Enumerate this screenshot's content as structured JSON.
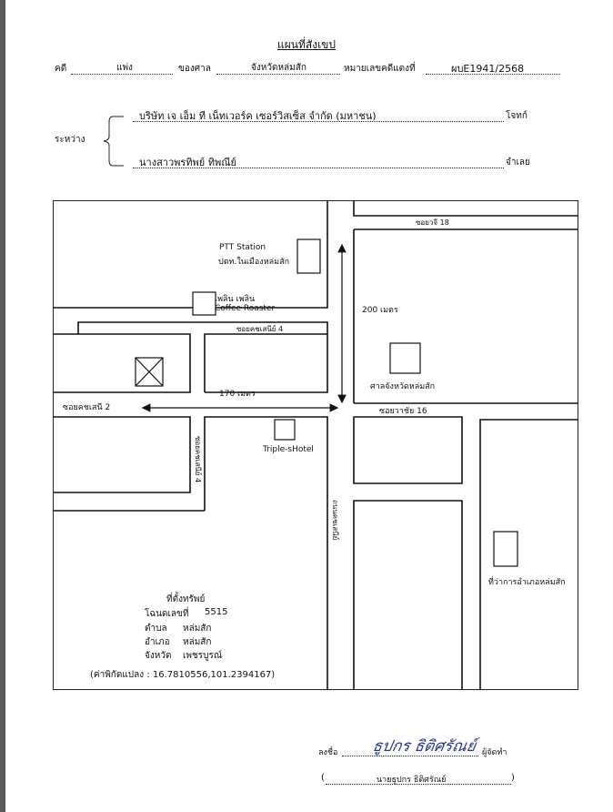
{
  "header": {
    "title": "แผนที่สังเขป",
    "case_label": "คดี",
    "case_type": "แพ่ง",
    "court_label": "ของศาล",
    "court_name": "จังหวัดหล่มสัก",
    "red_no_label": "หมายเลขคดีแดงที่",
    "red_no": "ผบE1941/2568",
    "between_label": "ระหว่าง",
    "plaintiff": "บริษัท เจ เอ็ม ที เน็ทเวอร์ค เซอร์วิสเซ็ส จำกัด (มหาชน)",
    "plaintiff_role": "โจทก์",
    "defendant": "นางสาวพรทิพย์ ทิพณีย์",
    "defendant_role": "จำเลย"
  },
  "map": {
    "labels": {
      "soi_18": "ซอยวจี 18",
      "ptt_1": "PTT Station",
      "ptt_2": "ปตท.ในเมืองหล่มสัก",
      "cafe_1": "เพลิน เพลิน",
      "cafe_2": "Coffee Roaster",
      "soi_4_top": "ซอยคชเสนีย์ 4",
      "dist_200": "200 เมตร",
      "court": "ศาลจังหวัดหล่มสัก",
      "dist_170": "170 เมตร",
      "soi_2": "ซอยคชเสนี 2",
      "soi_16": "ซอยวาชัย 16",
      "hotel": "Triple-sHotel",
      "soi_4_vert": "ซอยคชเสนีย์ 4",
      "road_vert": "ถนนคชเสนีย์",
      "district_office": "ที่ว่าการอำเภอหล่มสัก"
    },
    "property": {
      "heading": "ที่ตั้งทรัพย์",
      "deed_label": "โฉนดเลขที่",
      "deed_no": "5515",
      "subdistrict_label": "ตำบล",
      "subdistrict": "หล่มสัก",
      "district_label": "อำเภอ",
      "district": "หล่มสัก",
      "province_label": "จังหวัด",
      "province": "เพชรบูรณ์",
      "coords": "(ค่าพิกัดแปลง : 16.7810556,101.2394167)"
    }
  },
  "footer": {
    "sign_label": "ลงชื่อ",
    "signature": "ธูปกร ธิติศรัณย์",
    "role": "ผู้จัดทำ",
    "open_paren": "(",
    "name": "นายธูปกร ธิติศรัณย์",
    "close_paren": ")"
  }
}
